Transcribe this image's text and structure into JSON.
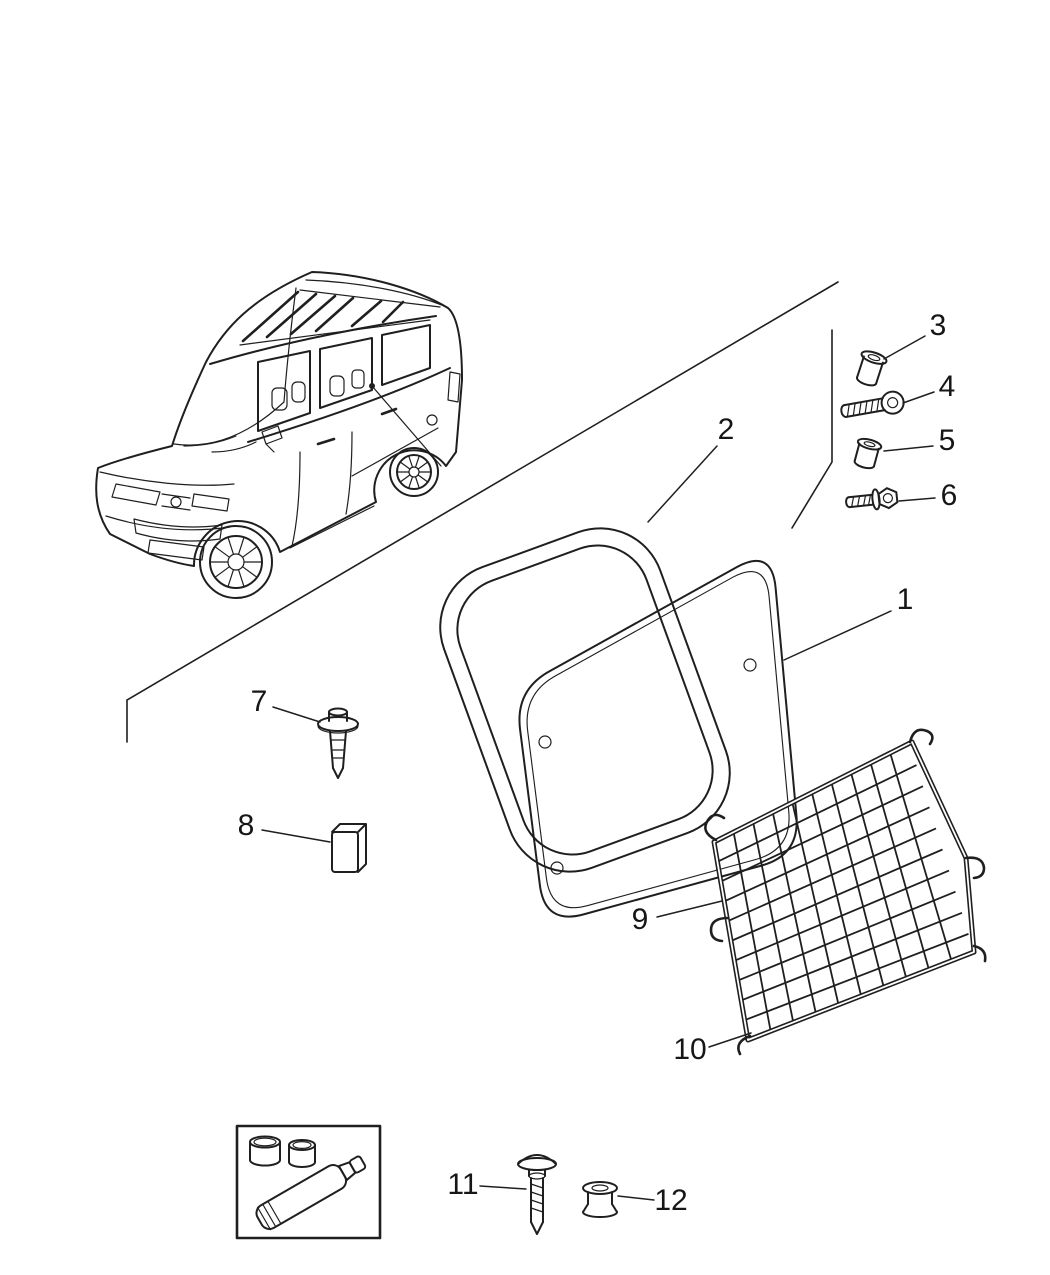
{
  "colors": {
    "background": "#ffffff",
    "line": "#1f1f1f",
    "label": "#161616"
  },
  "callouts": {
    "c1": "1",
    "c2": "2",
    "c3": "3",
    "c4": "4",
    "c5": "5",
    "c6": "6",
    "c7": "7",
    "c8": "8",
    "c9": "9",
    "c10": "10",
    "c11": "11",
    "c12": "12"
  }
}
